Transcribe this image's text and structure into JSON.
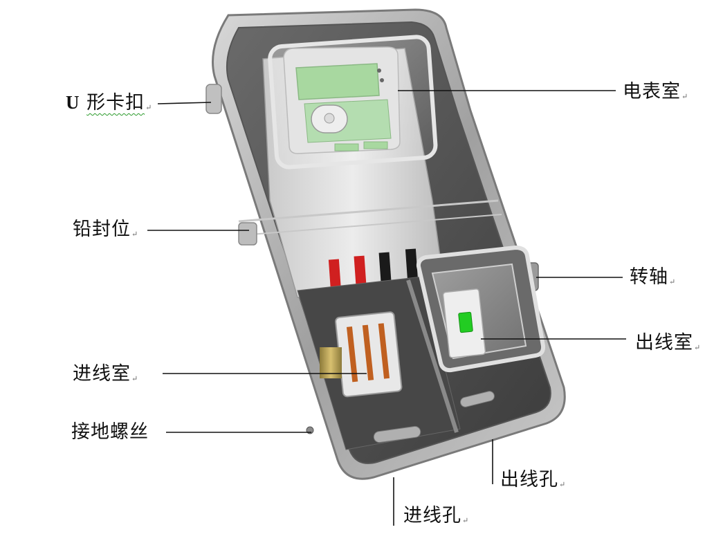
{
  "labels": {
    "u_clip_prefix": "U",
    "u_clip_text": "形卡扣",
    "meter_room": "电表室",
    "seal_position": "铅封位",
    "pivot": "转轴",
    "outlet_room": "出线室",
    "inlet_room": "进线室",
    "ground_screw": "接地螺丝",
    "outlet_hole": "出线孔",
    "inlet_hole": "进线孔"
  },
  "paragraph_mark": "↵",
  "colors": {
    "box_frame": "#9a9a9a",
    "box_interior": "#4a4a4a",
    "meter_body": "#dcdcdc",
    "lcd": "#a8d8a0",
    "cable_red": "#d02020",
    "cable_black": "#1a1a1a",
    "breaker_green": "#22cc22",
    "leader_line": "#111111"
  }
}
